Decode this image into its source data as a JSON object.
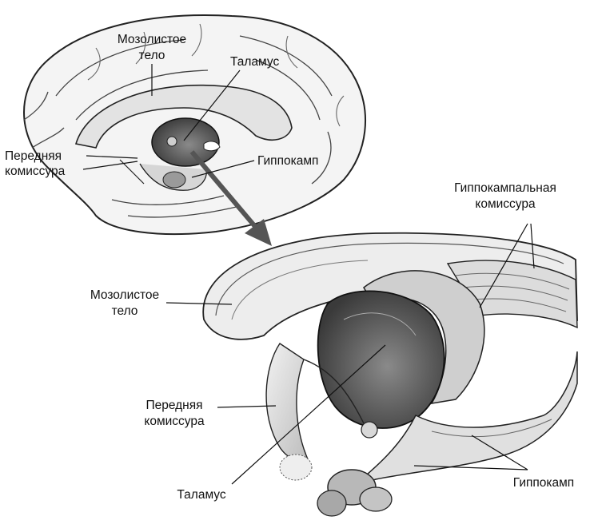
{
  "labels": {
    "top_corpus_l1": "Мозолистое",
    "top_corpus_l2": "тело",
    "top_thalamus": "Таламус",
    "top_anterior_l1": "Передняя",
    "top_anterior_l2": "комиссура",
    "top_hippocampus": "Гиппокамп",
    "hc_commissure_l1": "Гиппокампальная",
    "hc_commissure_l2": "комиссура",
    "bottom_corpus_l1": "Мозолистое",
    "bottom_corpus_l2": "тело",
    "bottom_anterior_l1": "Передняя",
    "bottom_anterior_l2": "комиссура",
    "bottom_thalamus": "Таламус",
    "bottom_hippocampus": "Гиппокамп"
  }
}
